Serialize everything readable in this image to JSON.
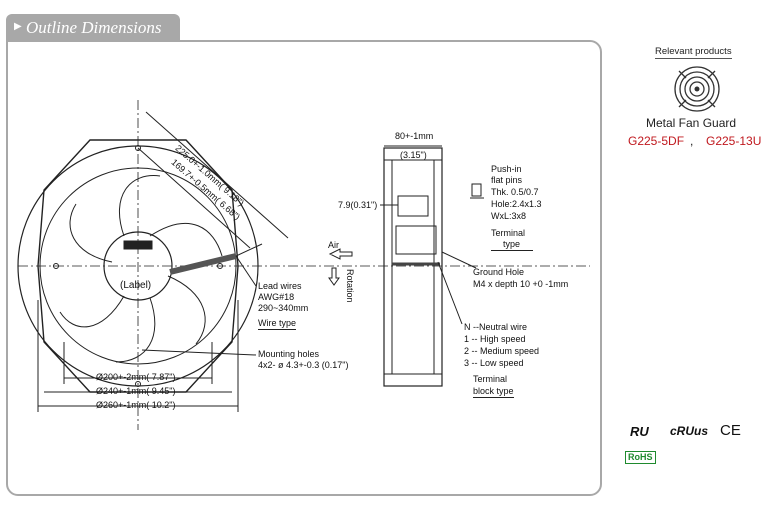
{
  "header": {
    "title": "Outline Dimensions"
  },
  "drawing": {
    "diag_225": "225.0+-1.0mm( 9.18\")",
    "diag_169": "169.7+-0.5mm( 6.68\")",
    "center_label": "(Label)",
    "air": "Air",
    "rotation": "Rotation",
    "lead_wires": [
      "Lead wires",
      "AWG#18",
      "290~340mm"
    ],
    "wire_type": "Wire type",
    "mounting": [
      "Mounting holes",
      "4x2- ø 4.3+-0.3 (0.17\")"
    ],
    "dims_bottom": [
      "Ø200+-2mm( 7.87\")",
      "Ø240+-1mm( 9.45\")",
      "Ø260+-1mm( 10.2\")"
    ],
    "depth": "80+-1mm",
    "depth_in": "(3.15\")",
    "pin_offset": "7.9(0.31\")",
    "push_in": [
      "Push-in",
      "flat pins",
      "Thk. 0.5/0.7",
      "Hole:2.4x1.3",
      "WxL:3x8"
    ],
    "terminal_type": [
      "Terminal",
      "type"
    ],
    "ground_hole": [
      "Ground Hole",
      "M4 x depth 10 +0 -1mm"
    ],
    "wiring": [
      "N --Neutral wire",
      "1 -- High speed",
      "2 -- Medium speed",
      "3 -- Low speed"
    ],
    "block_type": [
      "Terminal",
      "block type"
    ]
  },
  "relevant": {
    "heading": "Relevant products",
    "product": "Metal Fan Guard",
    "links": [
      "G225-5DF",
      "G225-13U"
    ],
    "separator": ","
  },
  "certs": {
    "ul": "RU",
    "cul": "cRUus",
    "ce": "CE",
    "rohs": "RoHS"
  }
}
